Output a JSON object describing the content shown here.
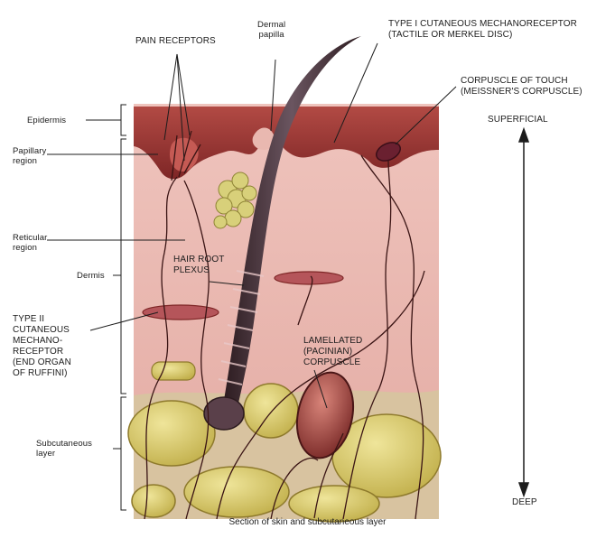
{
  "labels": {
    "pain_receptors": "PAIN RECEPTORS",
    "dermal_papilla": "Dermal\npapilla",
    "type1": "TYPE I CUTANEOUS MECHANORECEPTOR\n(TACTILE OR MERKEL DISC)",
    "meissner": "CORPUSCLE OF TOUCH\n(MEISSNER'S CORPUSCLE)",
    "epidermis": "Epidermis",
    "papillary": "Papillary\nregion",
    "reticular": "Reticular\nregion",
    "dermis": "Dermis",
    "hair_root_plexus": "HAIR ROOT\nPLEXUS",
    "type2": "TYPE II\nCUTANEOUS\nMECHANO-\nRECEPTOR\n(END ORGAN\nOF RUFFINI)",
    "lamellated": "LAMELLATED\n(PACINIAN)\nCORPUSCLE",
    "subcutaneous": "Subcutaneous\nlayer",
    "superficial": "SUPERFICIAL",
    "deep": "DEEP"
  },
  "caption": "Section of skin and subcutaneous layer",
  "colors": {
    "epidermis": "#8a2d2d",
    "dermis": "#e9b8b0",
    "fat": "#d8c96e",
    "nerve": "#3a1414"
  }
}
